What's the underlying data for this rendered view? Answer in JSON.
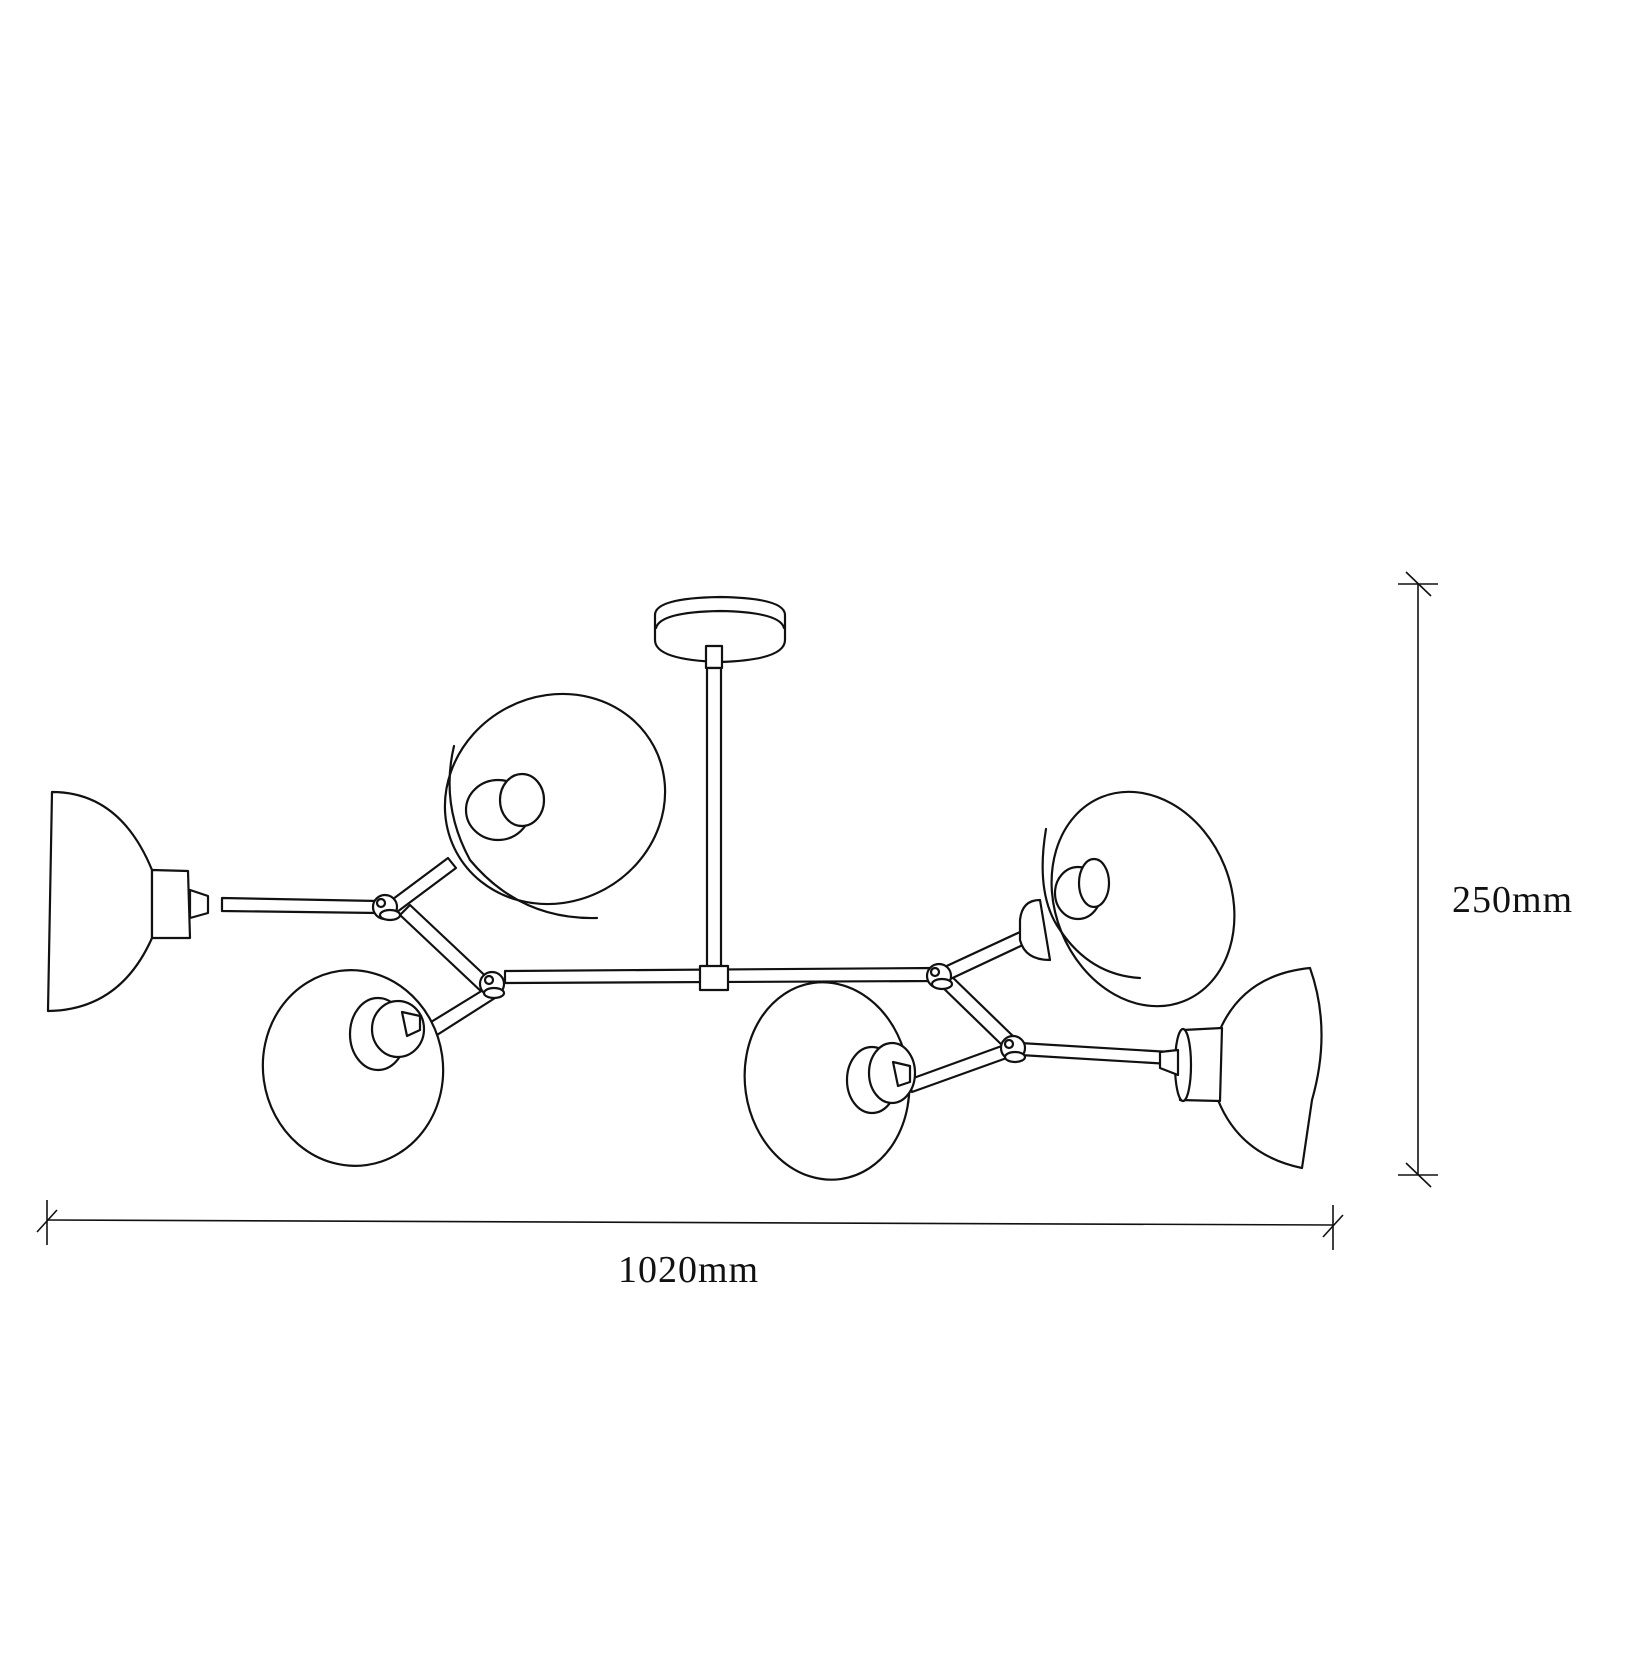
{
  "diagram": {
    "subject": "6-arm branching ceiling pendant lamp line drawing",
    "colors": {
      "line": "#111111",
      "background": "#ffffff"
    },
    "dimensions": {
      "width": {
        "label": "1020mm",
        "value": 1020,
        "unit": "mm"
      },
      "height": {
        "label": "250mm",
        "value": 250,
        "unit": "mm"
      }
    },
    "components": {
      "ceiling_canopy": "ceiling-canopy",
      "down_rod": "down-rod",
      "center_hub": "center-hub",
      "shade_count": 6
    }
  }
}
